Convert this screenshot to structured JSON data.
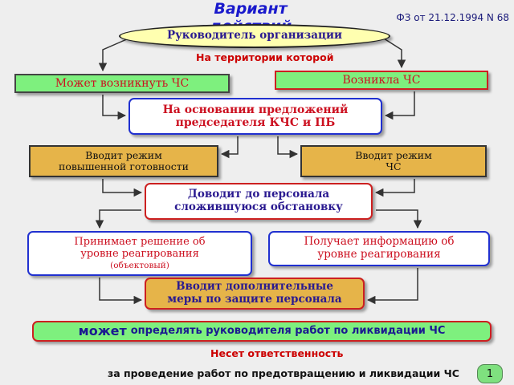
{
  "title": "Вариант действий",
  "law_ref": "ФЗ от 21.12.1994 N 68",
  "head": "Руководитель организации",
  "territory_caption": "На территории которой",
  "may_arise": "Может возникнуть ЧС",
  "arose": "Возникла ЧС",
  "basis": [
    "На основании предложений",
    "председателя КЧС и ПБ"
  ],
  "readiness": [
    "Вводит режим",
    "повышенной готовности"
  ],
  "emergency_mode": [
    "Вводит режим",
    "ЧС"
  ],
  "inform": [
    "Доводит до персонала",
    "сложившуюся обстановку"
  ],
  "decide": [
    "Принимает решение об",
    "уровне реагирования",
    "(объектовый)"
  ],
  "receive": [
    "Получает информацию об",
    "уровне реагирования"
  ],
  "measures": [
    "Вводит дополнительные",
    "меры по защите персонала"
  ],
  "can_define": {
    "emph": "может",
    "rest": "определять руководителя работ по ликвидации ЧС"
  },
  "responsibility": "Несет ответственность",
  "responsibility_for": "за проведение работ по предотвращению и ликвидации ЧС",
  "page_number": "1",
  "colors": {
    "green": "#7ef07e",
    "orange": "#e6b449",
    "yellow": "#ffffb0",
    "red": "#cc1020",
    "blue": "#2030d0"
  }
}
